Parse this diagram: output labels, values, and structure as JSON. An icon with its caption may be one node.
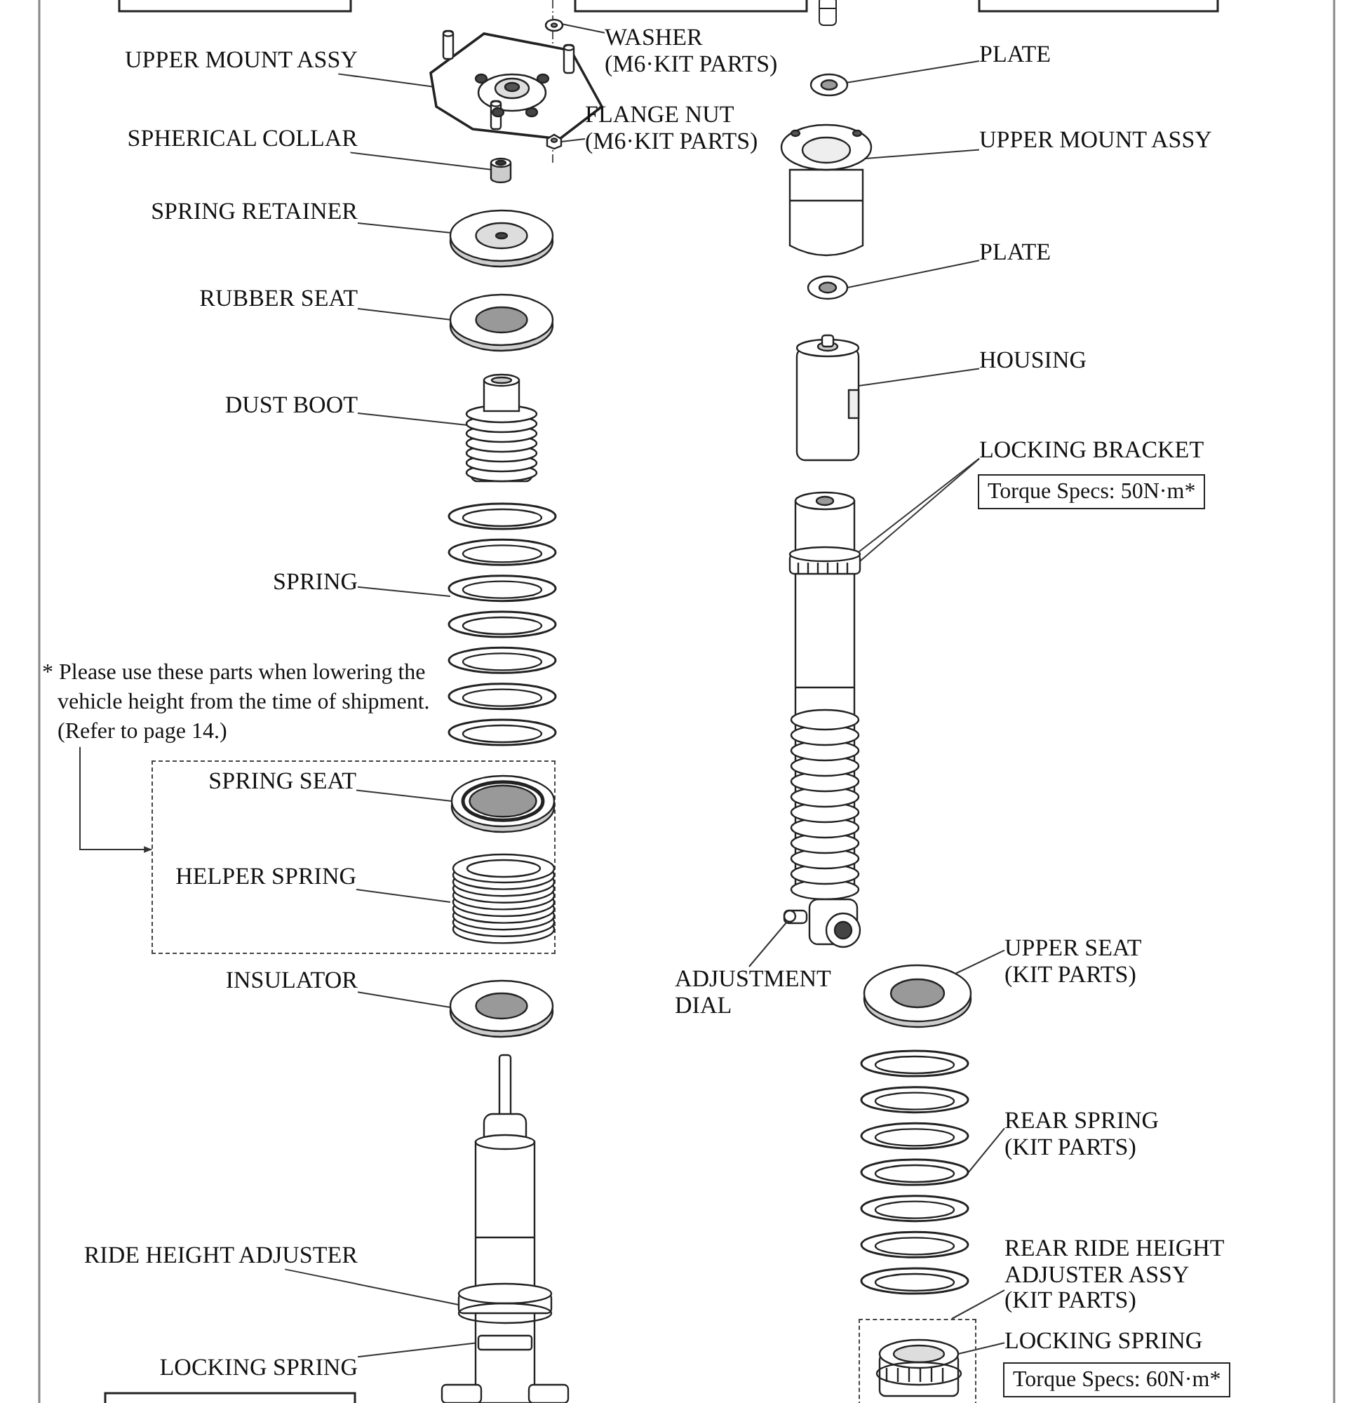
{
  "diagram": {
    "nodes": [
      {
        "text": [
          "UPPER MOUNT ASSY"
        ]
      },
      {
        "text": [],
        "shape": "picture"
      },
      {
        "text": [
          "WASHER (M6·KIT PARTS)"
        ]
      },
      {
        "text": [],
        "shape": "picture"
      },
      {
        "text": [
          "FLANGE NUT (M6·KIT PARTS)"
        ]
      },
      {
        "text": [],
        "shape": "picture"
      },
      {
        "text": [
          "SPHERICAL COLLAR"
        ]
      },
      {
        "text": [],
        "shape": "cylinder"
      },
      {
        "text": [
          "SPRING RETAINER"
        ]
      },
      {
        "text": [],
        "shape": "picture"
      },
      {
        "text": [
          "RUBBER SEAT"
        ]
      },
      {
        "text": [],
        "shape": "picture"
      },
      {
        "text": [
          "DUST BOOT"
        ]
      },
      {
        "text": [],
        "shape": "picture"
      },
      {
        "text": [
          "SPRING"
        ]
      },
      {
        "text": [],
        "shape": "picture"
      },
      {
        "text": [
          "* Please use these parts when lowering the vehicle height from the time of shipment. (Refer to page 14.)"
        ]
      },
      {
        "text": [],
        "shape": "box"
      },
      {
        "text": [
          "SPRING SEAT"
        ],
        "in": 17
      },
      {
        "text": [],
        "shape": "picture",
        "in": 17
      },
      {
        "text": [
          "HELPER SPRING"
        ],
        "in": 17
      },
      {
        "text": [],
        "shape": "picture",
        "in": 17
      },
      {
        "text": [
          "INSULATOR"
        ]
      },
      {
        "text": [],
        "shape": "picture"
      },
      {
        "text": [
          "RIDE HEIGHT ADJUSTER"
        ]
      },
      {
        "text": [
          "LOCKING SPRING"
        ]
      },
      {
        "text": [],
        "shape": "picture"
      },
      {
        "text": [
          "PLATE"
        ]
      },
      {
        "text": [],
        "shape": "circle"
      },
      {
        "text": [
          "UPPER MOUNT ASSY"
        ]
      },
      {
        "text": [],
        "shape": "picture"
      },
      {
        "text": [
          "PLATE"
        ]
      },
      {
        "text": [],
        "shape": "circle"
      },
      {
        "text": [
          "HOUSING"
        ]
      },
      {
        "text": [],
        "shape": "picture"
      },
      {
        "text": [
          "LOCKING BRACKET"
        ]
      },
      {
        "text": [
          "Torque Specs: 50N·m*"
        ]
      },
      {
        "text": [],
        "shape": "picture"
      },
      {
        "text": [
          "ADJUSTMENT DIAL"
        ]
      },
      {
        "text": [],
        "shape": "picture"
      },
      {
        "text": [
          "UPPER SEAT (KIT PARTS)"
        ]
      },
      {
        "text": [],
        "shape": "picture"
      },
      {
        "text": [
          "REAR SPRING (KIT PARTS)"
        ]
      },
      {
        "text": [
          "REAR RIDE HEIGHT ADJUSTER ASSY (KIT PARTS)"
        ]
      },
      {
        "text": [],
        "shape": "box"
      },
      {
        "text": [],
        "shape": "picture",
        "in": 44
      },
      {
        "text": [
          "LOCKING SPRING"
        ]
      },
      {
        "text": [
          "Torque Specs: 60N·m*"
        ]
      }
    ],
    "edges": [
      {
        "from": 0,
        "to": 1,
        "arrow": "none"
      },
      {
        "from": 2,
        "to": 3,
        "arrow": "none"
      },
      {
        "from": 4,
        "to": 5,
        "arrow": "none"
      },
      {
        "from": 6,
        "to": 7,
        "arrow": "none"
      },
      {
        "from": 8,
        "to": 9,
        "arrow": "none"
      },
      {
        "from": 10,
        "to": 11,
        "arrow": "none"
      },
      {
        "from": 12,
        "to": 13,
        "arrow": "none"
      },
      {
        "from": 14,
        "to": 15,
        "arrow": "none"
      },
      {
        "from": 16,
        "to": 17,
        "arrow": "to"
      },
      {
        "from": 18,
        "to": 19,
        "arrow": "none"
      },
      {
        "from": 20,
        "to": 21,
        "arrow": "none"
      },
      {
        "from": 22,
        "to": 23,
        "arrow": "none"
      },
      {
        "from": 24,
        "to": 26,
        "arrow": "none"
      },
      {
        "from": 25,
        "to": 26,
        "arrow": "none"
      },
      {
        "from": 27,
        "to": 28,
        "arrow": "none"
      },
      {
        "from": 29,
        "to": 30,
        "arrow": "none"
      },
      {
        "from": 31,
        "to": 32,
        "arrow": "none"
      },
      {
        "from": 33,
        "to": 34,
        "arrow": "none"
      },
      {
        "from": 35,
        "to": 37,
        "arrow": "none"
      },
      {
        "from": 35,
        "to": 37,
        "arrow": "none"
      },
      {
        "from": 38,
        "to": 37,
        "arrow": "none"
      },
      {
        "from": 40,
        "to": 39,
        "arrow": "none"
      },
      {
        "from": 42,
        "to": 41,
        "arrow": "none"
      },
      {
        "from": 43,
        "to": 44,
        "arrow": "none"
      },
      {
        "from": 46,
        "to": 45,
        "arrow": "none"
      }
    ]
  }
}
